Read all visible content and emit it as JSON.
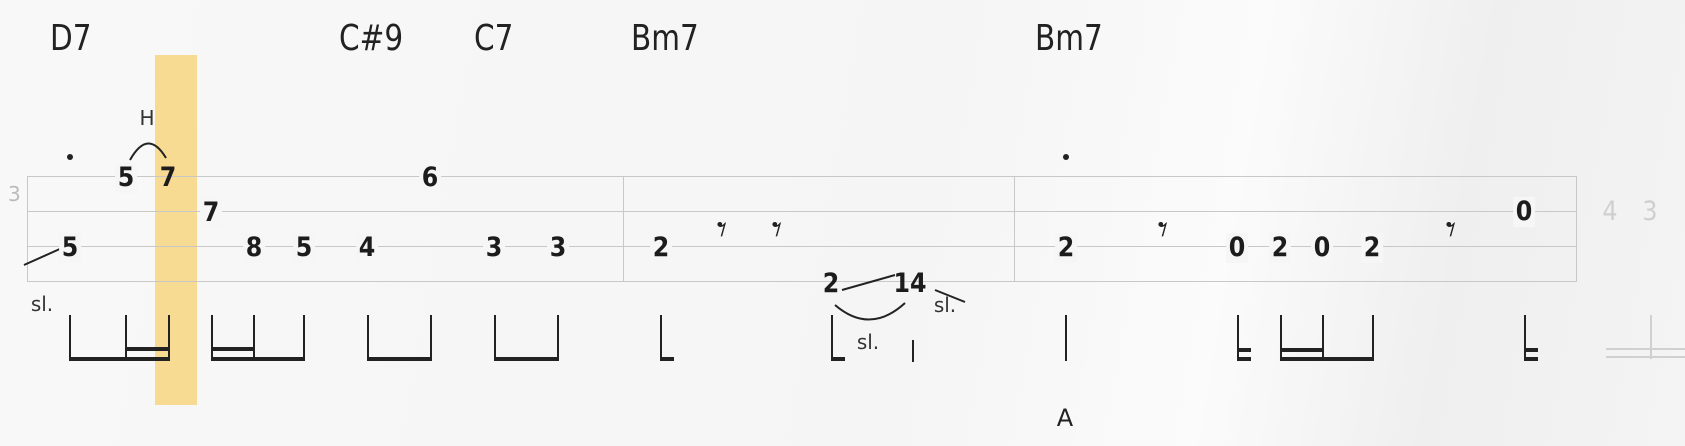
{
  "chords": [
    "D7",
    "C#9",
    "C7",
    "Bm7",
    "Bm7"
  ],
  "frets": {
    "f1": "5",
    "f2": "5",
    "f3": "7",
    "f4": "7",
    "f5": "8",
    "f6": "5",
    "f7": "4",
    "f8": "6",
    "f9": "3",
    "f10": "3",
    "f11": "2",
    "f12": "2",
    "f13": "14",
    "f14": "2",
    "f15": "0",
    "f16": "2",
    "f17": "0",
    "f18": "2",
    "f19": "0",
    "f20": "4",
    "f21": "3"
  },
  "labels": {
    "hammer": "H",
    "slide1": "sl.",
    "slide2": "sl.",
    "slide3": "sl.",
    "string_marker": "3",
    "section_marker": "A"
  },
  "colors": {
    "highlight": "#f7d98c",
    "ink": "#1c1c1c",
    "staff": "#c8c8c8"
  },
  "rest_symbol": "𝄾"
}
